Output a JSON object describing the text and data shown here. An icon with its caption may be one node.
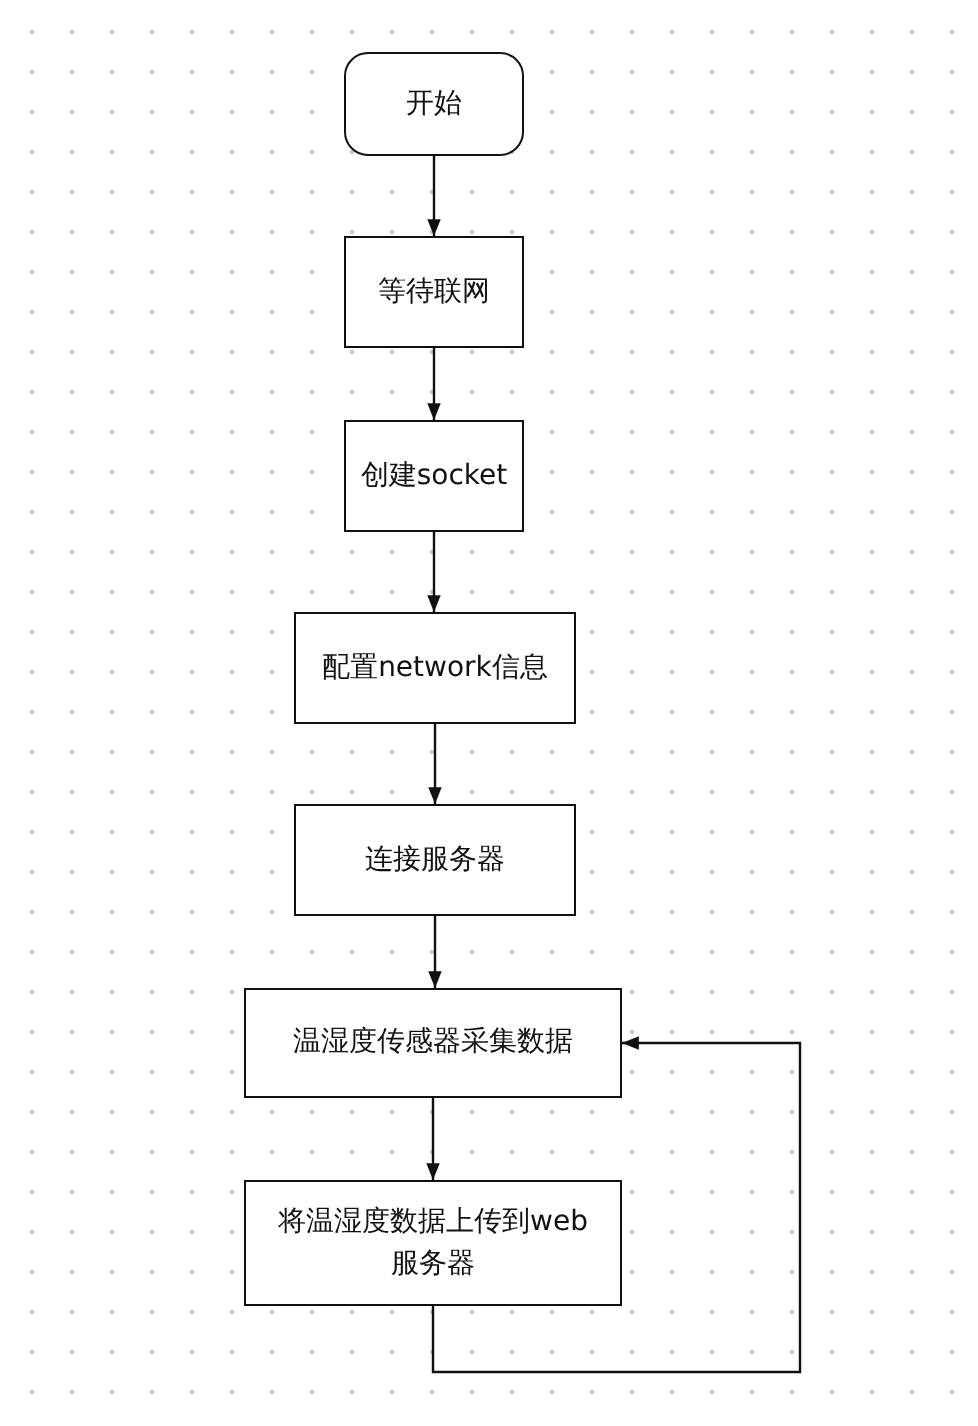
{
  "diagram": {
    "nodes": [
      {
        "text": [
          "开始"
        ]
      },
      {
        "text": [
          "等待联网"
        ]
      },
      {
        "text": [
          "创建socket"
        ]
      },
      {
        "text": [
          "配置network信息"
        ]
      },
      {
        "text": [
          "连接服务器"
        ]
      },
      {
        "text": [
          "温湿度传感器采集数据"
        ]
      },
      {
        "text": [
          "将温湿度数据上传到web 服务器"
        ]
      }
    ],
    "edges": [
      {
        "from": 0,
        "to": 1,
        "arrow": "to"
      },
      {
        "from": 1,
        "to": 2,
        "arrow": "to"
      },
      {
        "from": 2,
        "to": 3,
        "arrow": "to"
      },
      {
        "from": 3,
        "to": 4,
        "arrow": "to"
      },
      {
        "from": 4,
        "to": 5,
        "arrow": "to"
      },
      {
        "from": 5,
        "to": 6,
        "arrow": "to"
      },
      {
        "from": 6,
        "to": 5,
        "arrow": "to"
      }
    ]
  }
}
